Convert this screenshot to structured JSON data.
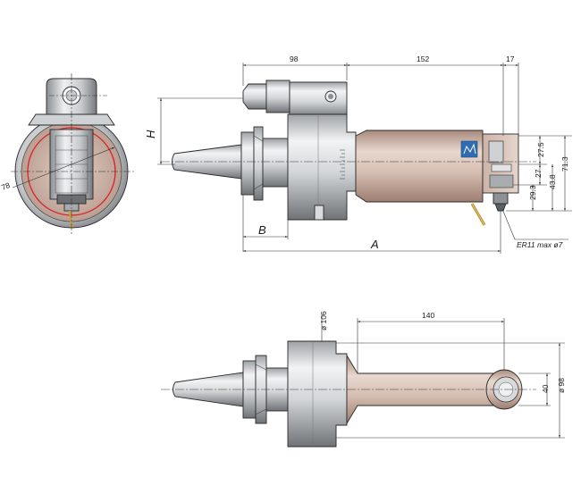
{
  "colors": {
    "metal_light": "#e8e9ea",
    "metal_mid": "#b9bcbf",
    "metal_dark": "#7d8185",
    "body_pink": "#d7bfb4",
    "body_pink_dark": "#b09284",
    "red_circle": "#d8232a",
    "brass": "#c9a23a",
    "logo_blue": "#2f6db3"
  },
  "side_view": {
    "dim_98": "98",
    "dim_152": "152",
    "dim_17": "17",
    "dim_H": "H",
    "dim_B": "B",
    "dim_A": "A",
    "dim_27_5": "27.5",
    "dim_27": "27",
    "dim_29_3": "29.3",
    "dim_43_8": "43.8",
    "dim_71_3": "71.3",
    "collet_label": "ER11 max ø7"
  },
  "end_view": {
    "dim_78": "78"
  },
  "top_view": {
    "dim_d106": "ø 106",
    "dim_140": "140",
    "dim_40": "40",
    "dim_d98": "ø 98"
  }
}
